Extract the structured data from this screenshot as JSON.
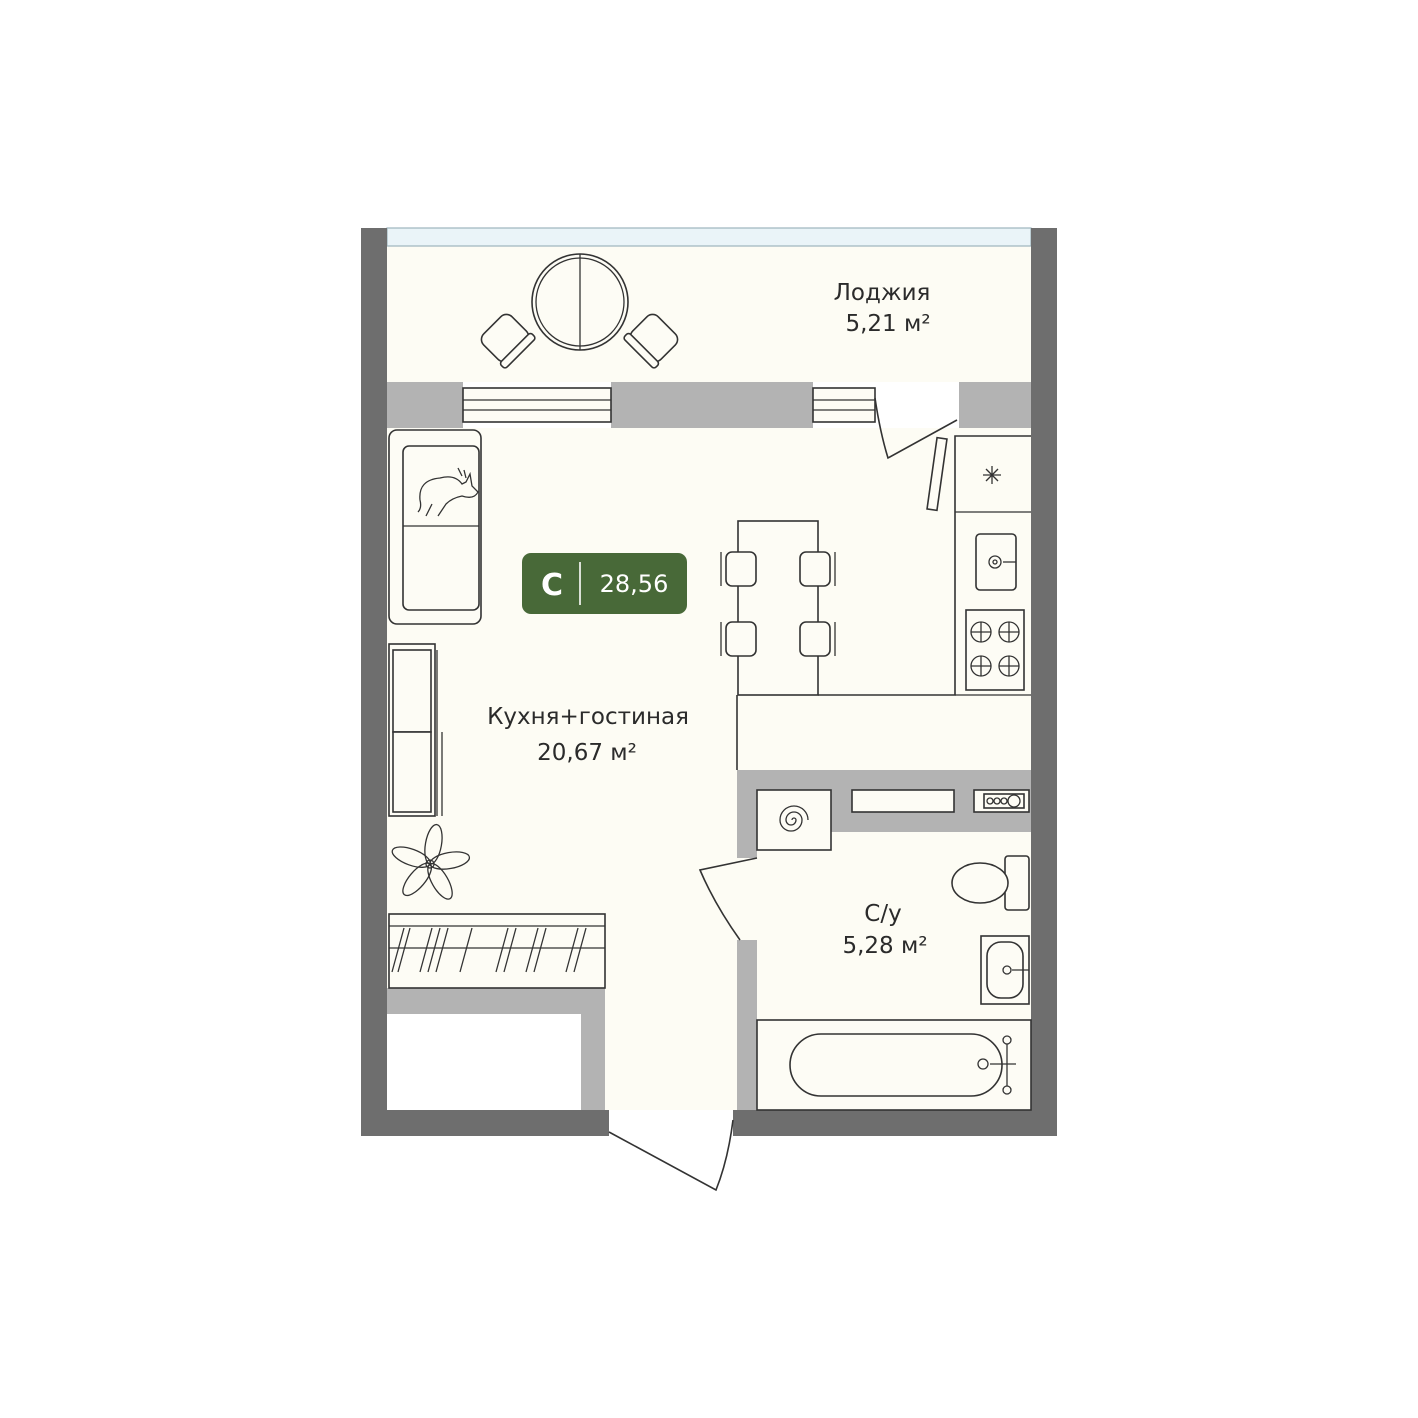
{
  "rooms": {
    "loggia": {
      "name": "Лоджия",
      "area": "5,21 м²"
    },
    "kitchen_living": {
      "name": "Кухня+гостиная",
      "area": "20,67 м²"
    },
    "bathroom": {
      "name": "С/у",
      "area": "5,28 м²"
    }
  },
  "badge": {
    "type": "С",
    "total_area": "28,56"
  },
  "colors": {
    "wall": "#6e6e6e",
    "partition": "#b3b3b3",
    "floor": "#fdfcf4",
    "window_glass": "#eaf4f8",
    "badge": "#486938",
    "badge_text": "#ffffff",
    "line": "#333333"
  }
}
